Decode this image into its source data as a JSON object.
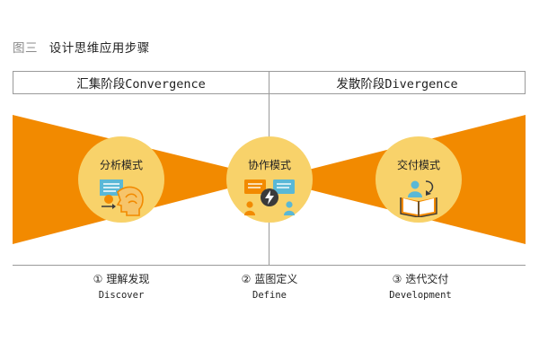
{
  "caption": {
    "prefix": "图三",
    "title": "设计思维应用步骤"
  },
  "header": {
    "left": "汇集阶段Convergence",
    "right": "发散阶段Divergence"
  },
  "modes": [
    {
      "label": "分析模式",
      "icon": "brain-analysis-icon"
    },
    {
      "label": "协作模式",
      "icon": "collaboration-icon"
    },
    {
      "label": "交付模式",
      "icon": "delivery-book-icon"
    }
  ],
  "stages": [
    {
      "num": "①",
      "cn": "理解发现",
      "en": "Discover"
    },
    {
      "num": "②",
      "cn": "蓝图定义",
      "en": "Define"
    },
    {
      "num": "③",
      "cn": "迭代交付",
      "en": "Development"
    }
  ],
  "colors": {
    "funnel": "#f28a00",
    "circle": "#f8d26a",
    "icon_blue": "#5ab8d6",
    "icon_orange": "#f28a00",
    "icon_dark": "#3a3a3a"
  }
}
